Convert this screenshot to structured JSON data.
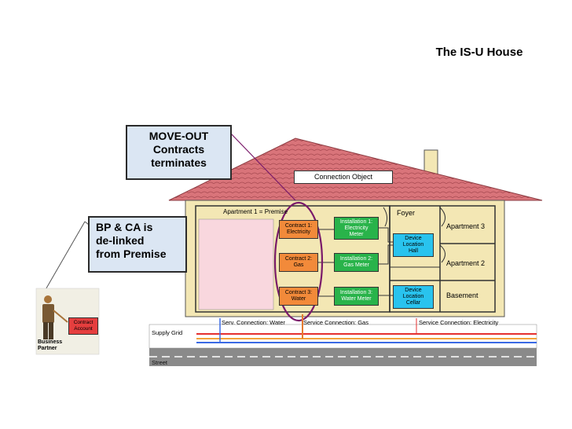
{
  "title": "The IS-U House",
  "callouts": {
    "move_out": [
      "MOVE-OUT",
      "Contracts",
      "terminates"
    ],
    "bp_ca": [
      "BP & CA is",
      "de-linked",
      "from Premise"
    ]
  },
  "roof_label": "Connection Object",
  "premise_label": "Apartment 1 = Premise",
  "contracts": [
    {
      "line1": "Contract 1:",
      "line2": "Electricity"
    },
    {
      "line1": "Contract 2:",
      "line2": "Gas"
    },
    {
      "line1": "Contract 3:",
      "line2": "Water"
    }
  ],
  "installations": [
    {
      "line1": "Installation 1:",
      "line2": "Electricity",
      "line3": "Meter"
    },
    {
      "line1": "Installation 2:",
      "line2": "Gas Meter"
    },
    {
      "line1": "Installation 3:",
      "line2": "Water Meter"
    }
  ],
  "device_locations": [
    {
      "line1": "Device",
      "line2": "Location",
      "line3": "Hall"
    },
    {
      "line1": "Device",
      "line2": "Location",
      "line3": "Cellar"
    }
  ],
  "rooms": {
    "foyer": "Foyer",
    "apartment3": "Apartment 3",
    "apartment2": "Apartment 2",
    "basement": "Basement"
  },
  "service_connections": {
    "water": "Serv. Connection: Water",
    "gas": "Service Connection: Gas",
    "electricity": "Service Connection: Electricity"
  },
  "supply_grid": "Supply Grid",
  "street": "Street",
  "contract_account": [
    "Contract",
    "Account"
  ],
  "business_partner": [
    "Business",
    "Partner"
  ],
  "colors": {
    "roof": "#d9747a",
    "wall": "#f3e7b4",
    "pink": "#f9d7de",
    "orange": "#f28a3a",
    "green": "#29b34a",
    "cyan": "#29c3ee",
    "purple": "#7a1a6a",
    "callout_bg": "#dbe6f3"
  }
}
